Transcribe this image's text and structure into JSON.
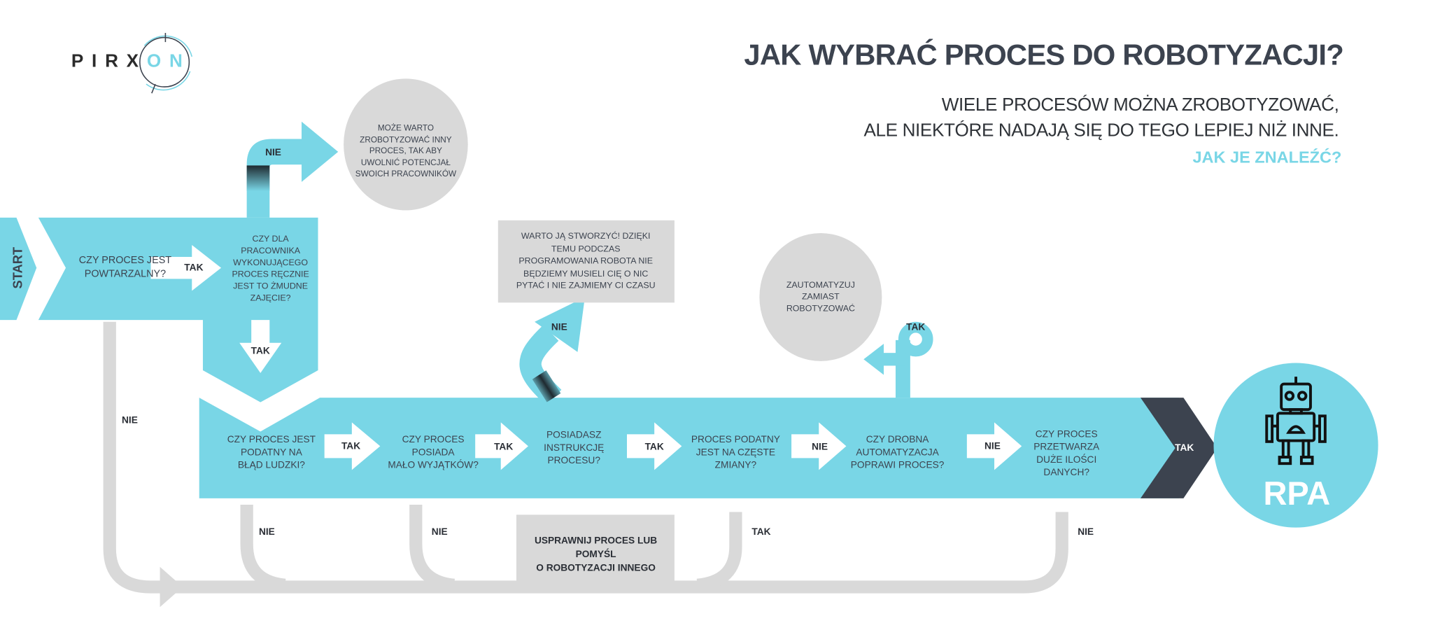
{
  "logo": {
    "text_main": "PIRX",
    "text_accent": "ON"
  },
  "header": {
    "title": "JAK WYBRAĆ PROCES DO ROBOTYZACJI?",
    "subtitle_line1": "WIELE PROCESÓW MOŻNA ZROBOTYZOWAĆ,",
    "subtitle_line2": "ALE NIEKTÓRE NADAJĄ SIĘ DO TEGO LEPIEJ NIŻ INNE.",
    "cta": "JAK JE ZNALEŹĆ?"
  },
  "colors": {
    "cyan": "#79d6e6",
    "dark": "#3c434f",
    "gray": "#d9d9d9"
  },
  "start_label": "START",
  "questions": {
    "q1": "CZY PROCES JEST\nPOWTARZALNY?",
    "q2": "CZY DLA\nPRACOWNIKA\nWYKONUJĄCEGO\nPROCES RĘCZNIE\nJEST TO ŻMUDNE\nZAJĘCIE?",
    "q3": "CZY PROCES JEST\nPODATNY NA\nBŁĄD LUDZKI?",
    "q4": "CZY PROCES\nPOSIADA\nMAŁO WYJĄTKÓW?",
    "q5": "POSIADASZ\nINSTRUKCJĘ\nPROCESU?",
    "q6": "PROCES PODATNY\nJEST NA CZĘSTE\nZMIANY?",
    "q7": "CZY DROBNA\nAUTOMATYZACJA\nPOPRAWI PROCES?",
    "q8": "CZY PROCES\nPRZETWARZA\nDUŻE ILOŚCI\nDANYCH?"
  },
  "outcomes": {
    "other_process": "MOŻE WARTO\nZROBOTYZOWAĆ INNY\nPROCES, TAK ABY\nUWOLNIĆ POTENCJAŁ\nSWOICH PRACOWNIKÓW",
    "create_instruction": "WARTO JĄ STWORZYĆ! DZIĘKI\nTEMU PODCZAS\nPROGRAMOWANIA ROBOTA NIE\nBĘDZIEMY MUSIELI CIĘ O NIC\nPYTAĆ I NIE ZAJMIEMY CI CZASU",
    "automate": "ZAUTOMATYZUJ\nZAMIAST\nROBOTYZOWAĆ",
    "improve": "USPRAWNIJ PROCES LUB\nPOMYŚL\nO ROBOTYZACJI INNEGO",
    "rpa": "RPA"
  },
  "labels": {
    "a1": "TAK",
    "a2_nie": "NIE",
    "a2_tak": "TAK",
    "a3": "TAK",
    "a4": "TAK",
    "a5": "TAK",
    "a5_nie": "NIE",
    "a6": "NIE",
    "a7": "NIE",
    "a7_tak": "TAK",
    "a8": "TAK",
    "g1": "NIE",
    "g2": "NIE",
    "g3": "NIE",
    "g4": "TAK",
    "g5": "NIE"
  }
}
